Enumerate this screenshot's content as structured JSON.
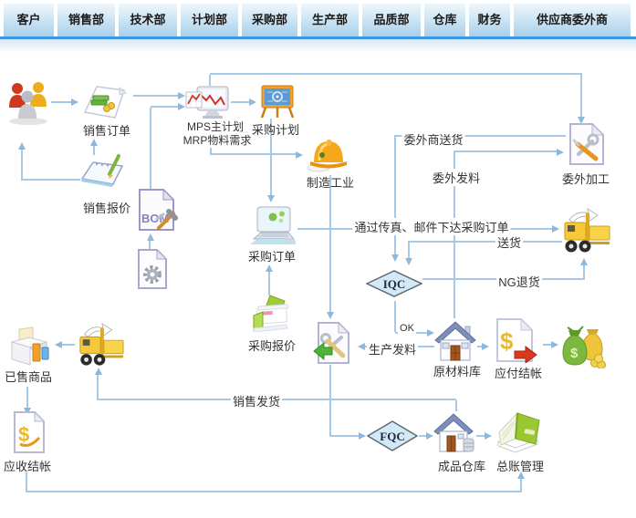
{
  "header": {
    "tabs": [
      "客户",
      "销售部",
      "技术部",
      "计划部",
      "采购部",
      "生产部",
      "品质部",
      "仓库",
      "财务",
      "供应商委外商"
    ]
  },
  "nodes": {
    "sales_order": "销售订单",
    "sales_quote": "销售报价",
    "mps_line1": "MPS主计划",
    "mps_line2": "MRP物料需求",
    "purchase_plan": "采购计划",
    "manufacturing": "制造工业",
    "outsourcing": "委外加工",
    "purchase_order": "采购订单",
    "purchase_quote": "采购报价",
    "bom_text": "BOM",
    "raw_warehouse": "原材料库",
    "payable": "应付结帐",
    "sold_goods": "已售商品",
    "receivable": "应收结帐",
    "finished_warehouse": "成品仓库",
    "ledger": "总账管理"
  },
  "decisions": {
    "iqc": "IQC",
    "fqc": "FQC"
  },
  "edge_labels": {
    "outsourcer_delivery": "委外商送货",
    "outsource_issue": "委外发料",
    "fax_email_po": "通过传真、邮件下达采购订单",
    "delivery": "送货",
    "ng_return": "NG退货",
    "ok": "OK",
    "production_issue": "生产发料",
    "sales_shipping": "销售发货"
  },
  "colors": {
    "flow_line": "#a6c9e8",
    "arrow": "#8db8dd",
    "header_bar": "#3f96da",
    "diamond_fill": "#d3e9f8"
  }
}
